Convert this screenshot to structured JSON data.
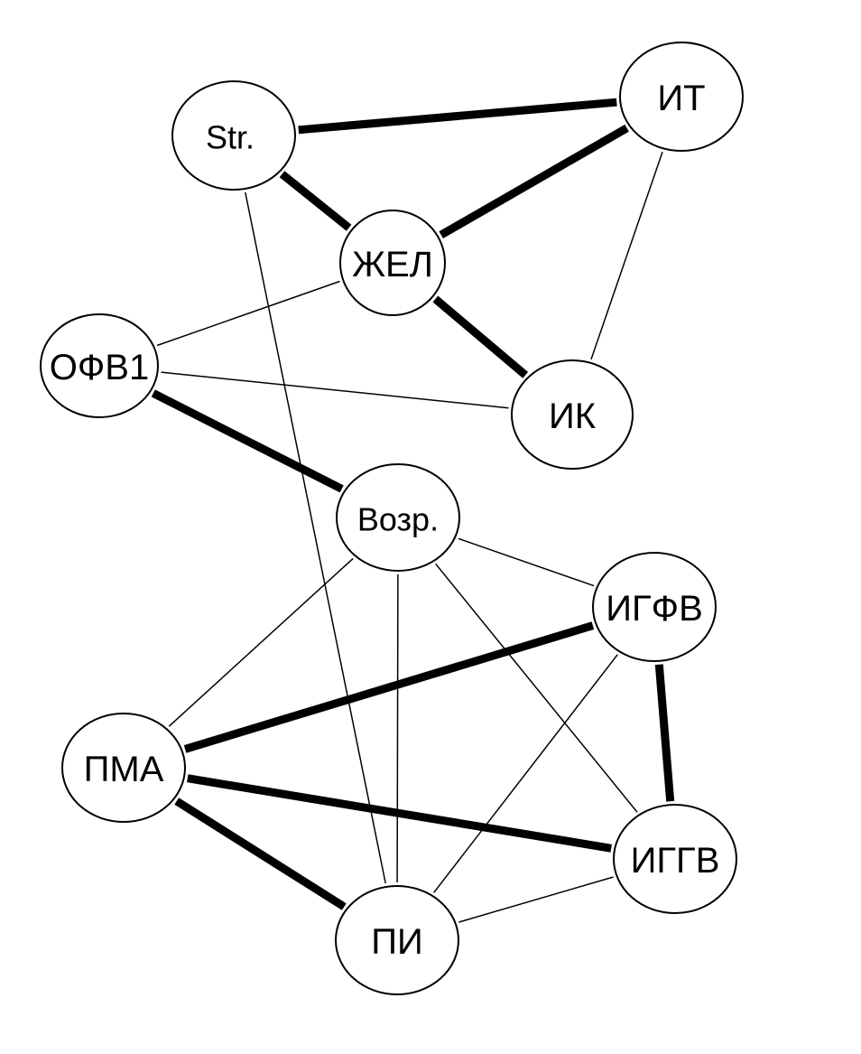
{
  "diagram": {
    "colors": {
      "line": "#000000",
      "node_fill": "#ffffff"
    },
    "nodes": {
      "str": {
        "label": "Str."
      },
      "it": {
        "label": "ИТ"
      },
      "zhel": {
        "label": "ЖЕЛ"
      },
      "ofv1": {
        "label": "ОФВ1"
      },
      "ik": {
        "label": "ИК"
      },
      "vozr": {
        "label": "Возр."
      },
      "igfv": {
        "label": "ИГФВ"
      },
      "pma": {
        "label": "ПМА"
      },
      "iggv": {
        "label": "ИГГВ"
      },
      "pi": {
        "label": "ПИ"
      }
    },
    "edges": [
      {
        "from": "str",
        "to": "it",
        "weight": "strong"
      },
      {
        "from": "str",
        "to": "zhel",
        "weight": "strong"
      },
      {
        "from": "zhel",
        "to": "it",
        "weight": "strong"
      },
      {
        "from": "zhel",
        "to": "ik",
        "weight": "strong"
      },
      {
        "from": "it",
        "to": "ik",
        "weight": "weak"
      },
      {
        "from": "zhel",
        "to": "ofv1",
        "weight": "weak"
      },
      {
        "from": "ofv1",
        "to": "ik",
        "weight": "weak"
      },
      {
        "from": "ofv1",
        "to": "vozr",
        "weight": "strong"
      },
      {
        "from": "str",
        "to": "pi",
        "weight": "weak"
      },
      {
        "from": "vozr",
        "to": "igfv",
        "weight": "weak"
      },
      {
        "from": "vozr",
        "to": "pma",
        "weight": "weak"
      },
      {
        "from": "vozr",
        "to": "pi",
        "weight": "weak"
      },
      {
        "from": "vozr",
        "to": "iggv",
        "weight": "weak"
      },
      {
        "from": "pma",
        "to": "igfv",
        "weight": "strong"
      },
      {
        "from": "igfv",
        "to": "iggv",
        "weight": "strong"
      },
      {
        "from": "pma",
        "to": "iggv",
        "weight": "strong"
      },
      {
        "from": "pma",
        "to": "pi",
        "weight": "strong"
      },
      {
        "from": "igfv",
        "to": "pi",
        "weight": "weak"
      },
      {
        "from": "pi",
        "to": "iggv",
        "weight": "weak"
      }
    ]
  }
}
